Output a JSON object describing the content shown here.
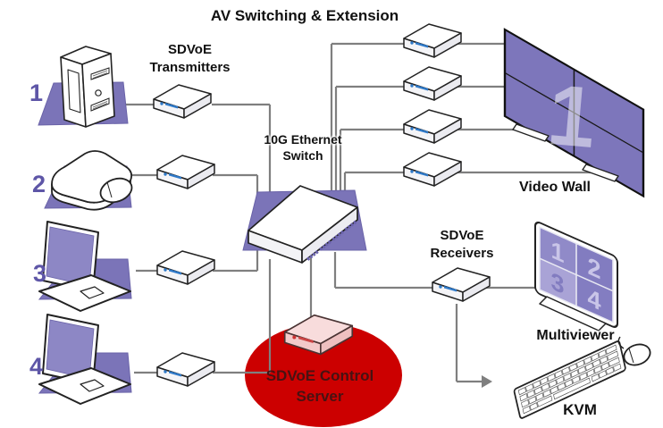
{
  "title": "AV Switching & Extension",
  "labels": {
    "transmitters": "SDVoE Transmitters",
    "switch": "10G Ethernet Switch",
    "receivers": "SDVoE Receivers",
    "video_wall": "Video Wall",
    "multiviewer": "Multiviewer",
    "kvm": "KVM",
    "control_server": "SDVoE Control Server"
  },
  "sources": [
    {
      "number": "1",
      "type": "desktop-pc"
    },
    {
      "number": "2",
      "type": "media-player"
    },
    {
      "number": "3",
      "type": "laptop"
    },
    {
      "number": "4",
      "type": "laptop"
    }
  ],
  "video_wall": {
    "overlay_number": "1"
  },
  "multiviewer": {
    "quadrants": [
      "1",
      "2",
      "3",
      "4"
    ]
  },
  "colors": {
    "purple": "#7b74b8",
    "wall_purple": "#7d76bb",
    "screen_purple": "#8d87c5",
    "line_gray": "#7f7f7f",
    "device_blue": "#2e79c8",
    "highlight_red": "#cc0000",
    "server_pink": "#f3caca",
    "number_purple": "#5e56a7"
  }
}
